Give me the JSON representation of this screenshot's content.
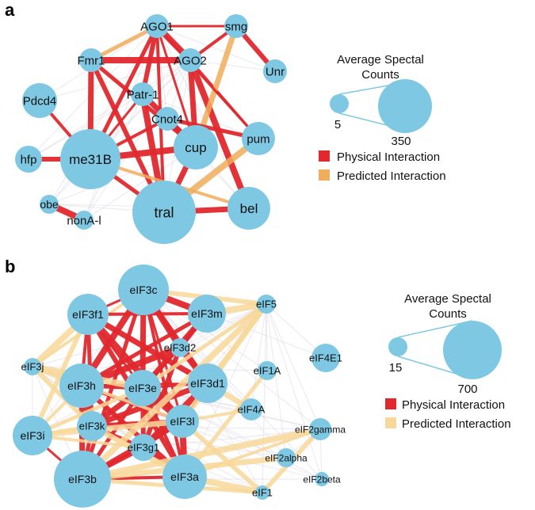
{
  "colors": {
    "node": "#7ec8e3",
    "physical_a": "#e0282d",
    "predicted_a": "#f0ad5c",
    "physical_b": "#e0282d",
    "predicted_b": "#f8d89a",
    "background_edge": "#d8d2e2"
  },
  "panel_a": {
    "letter": "a",
    "legend": {
      "title_line1": "Average Spectal",
      "title_line2": "Counts",
      "small_value": "5",
      "large_value": "350",
      "physical_label": "Physical Interaction",
      "predicted_label": "Predicted Interaction"
    },
    "nodes": [
      {
        "id": "AGO1",
        "label": "AGO1"
      },
      {
        "id": "smg",
        "label": "smg"
      },
      {
        "id": "Fmr1",
        "label": "Fmr1"
      },
      {
        "id": "AGO2",
        "label": "AGO2"
      },
      {
        "id": "Unr",
        "label": "Unr"
      },
      {
        "id": "Pdcd4",
        "label": "Pdcd4"
      },
      {
        "id": "Patr-1",
        "label": "Patr-1"
      },
      {
        "id": "Cnot4",
        "label": "Cnot4"
      },
      {
        "id": "pum",
        "label": "pum"
      },
      {
        "id": "cup",
        "label": "cup"
      },
      {
        "id": "hfp",
        "label": "hfp"
      },
      {
        "id": "me31B",
        "label": "me31B"
      },
      {
        "id": "obe",
        "label": "obe"
      },
      {
        "id": "nonA-l",
        "label": "nonA-l"
      },
      {
        "id": "tral",
        "label": "tral"
      },
      {
        "id": "bel",
        "label": "bel"
      }
    ],
    "edges": [
      {
        "s": "AGO1",
        "t": "smg",
        "type": "physical"
      },
      {
        "s": "AGO1",
        "t": "AGO2",
        "type": "physical"
      },
      {
        "s": "AGO1",
        "t": "Fmr1",
        "type": "predicted"
      },
      {
        "s": "AGO1",
        "t": "Patr-1",
        "type": "physical"
      },
      {
        "s": "AGO1",
        "t": "me31B",
        "type": "physical"
      },
      {
        "s": "AGO1",
        "t": "tral",
        "type": "physical"
      },
      {
        "s": "AGO1",
        "t": "cup",
        "type": "physical"
      },
      {
        "s": "Fmr1",
        "t": "AGO2",
        "type": "physical"
      },
      {
        "s": "Fmr1",
        "t": "me31B",
        "type": "physical"
      },
      {
        "s": "Fmr1",
        "t": "tral",
        "type": "physical"
      },
      {
        "s": "Fmr1",
        "t": "cup",
        "type": "physical"
      },
      {
        "s": "AGO2",
        "t": "smg",
        "type": "physical"
      },
      {
        "s": "AGO2",
        "t": "pum",
        "type": "physical"
      },
      {
        "s": "AGO2",
        "t": "bel",
        "type": "physical"
      },
      {
        "s": "AGO2",
        "t": "cup",
        "type": "physical"
      },
      {
        "s": "smg",
        "t": "Unr",
        "type": "physical"
      },
      {
        "s": "smg",
        "t": "cup",
        "type": "predicted"
      },
      {
        "s": "Pdcd4",
        "t": "me31B",
        "type": "physical"
      },
      {
        "s": "Patr-1",
        "t": "me31B",
        "type": "physical"
      },
      {
        "s": "Patr-1",
        "t": "tral",
        "type": "physical"
      },
      {
        "s": "Patr-1",
        "t": "cup",
        "type": "physical"
      },
      {
        "s": "Cnot4",
        "t": "cup",
        "type": "physical"
      },
      {
        "s": "Cnot4",
        "t": "pum",
        "type": "physical"
      },
      {
        "s": "pum",
        "t": "tral",
        "type": "predicted"
      },
      {
        "s": "pum",
        "t": "AGO1",
        "type": "physical"
      },
      {
        "s": "cup",
        "t": "me31B",
        "type": "physical"
      },
      {
        "s": "cup",
        "t": "tral",
        "type": "physical"
      },
      {
        "s": "me31B",
        "t": "hfp",
        "type": "physical"
      },
      {
        "s": "me31B",
        "t": "tral",
        "type": "physical"
      },
      {
        "s": "me31B",
        "t": "Cnot4",
        "type": "physical"
      },
      {
        "s": "me31B",
        "t": "bel",
        "type": "predicted"
      },
      {
        "s": "obe",
        "t": "nonA-l",
        "type": "physical"
      },
      {
        "s": "tral",
        "t": "bel",
        "type": "physical"
      }
    ]
  },
  "panel_b": {
    "letter": "b",
    "legend": {
      "title_line1": "Average Spectal",
      "title_line2": "Counts",
      "small_value": "15",
      "large_value": "700",
      "physical_label": "Physical Interaction",
      "predicted_label": "Predicted Interaction"
    },
    "nodes": [
      {
        "id": "eIF3c",
        "label": "eIF3c"
      },
      {
        "id": "eIF3f1",
        "label": "eIF3f1"
      },
      {
        "id": "eIF3m",
        "label": "eIF3m"
      },
      {
        "id": "eIF5",
        "label": "eIF5"
      },
      {
        "id": "eIF3d2",
        "label": "eIF3d2"
      },
      {
        "id": "eIF4E1",
        "label": "eIF4E1"
      },
      {
        "id": "eIF3j",
        "label": "eIF3j"
      },
      {
        "id": "eIF1A",
        "label": "eIF1A"
      },
      {
        "id": "eIF3h",
        "label": "eIF3h"
      },
      {
        "id": "eIF3e",
        "label": "eIF3e"
      },
      {
        "id": "eIF3d1",
        "label": "eIF3d1"
      },
      {
        "id": "eIF4A",
        "label": "eIF4A"
      },
      {
        "id": "eIF3k",
        "label": "eIF3k"
      },
      {
        "id": "eIF3l",
        "label": "eIF3l"
      },
      {
        "id": "eIF3i",
        "label": "eIF3i"
      },
      {
        "id": "eIF2gamma",
        "label": "eIF2gamma"
      },
      {
        "id": "eIF3g1",
        "label": "eIF3g1"
      },
      {
        "id": "eIF2alpha",
        "label": "eIF2alpha"
      },
      {
        "id": "eIF3b",
        "label": "eIF3b"
      },
      {
        "id": "eIF3a",
        "label": "eIF3a"
      },
      {
        "id": "eIF2beta",
        "label": "eIF2beta"
      },
      {
        "id": "eIF1",
        "label": "eIF1"
      }
    ],
    "edges": [
      {
        "s": "eIF3c",
        "t": "eIF3f1",
        "type": "physical"
      },
      {
        "s": "eIF3c",
        "t": "eIF3m",
        "type": "physical"
      },
      {
        "s": "eIF3c",
        "t": "eIF3e",
        "type": "physical"
      },
      {
        "s": "eIF3c",
        "t": "eIF3d1",
        "type": "physical"
      },
      {
        "s": "eIF3c",
        "t": "eIF3b",
        "type": "physical"
      },
      {
        "s": "eIF3c",
        "t": "eIF3a",
        "type": "physical"
      },
      {
        "s": "eIF3c",
        "t": "eIF3l",
        "type": "physical"
      },
      {
        "s": "eIF3c",
        "t": "eIF3h",
        "type": "physical"
      },
      {
        "s": "eIF3c",
        "t": "eIF3d2",
        "type": "physical"
      },
      {
        "s": "eIF3c",
        "t": "eIF5",
        "type": "predicted"
      },
      {
        "s": "eIF3c",
        "t": "eIF3j",
        "type": "predicted"
      },
      {
        "s": "eIF3f1",
        "t": "eIF3h",
        "type": "physical"
      },
      {
        "s": "eIF3f1",
        "t": "eIF3e",
        "type": "physical"
      },
      {
        "s": "eIF3f1",
        "t": "eIF3l",
        "type": "physical"
      },
      {
        "s": "eIF3f1",
        "t": "eIF3d1",
        "type": "physical"
      },
      {
        "s": "eIF3f1",
        "t": "eIF3a",
        "type": "physical"
      },
      {
        "s": "eIF3f1",
        "t": "eIF3k",
        "type": "physical"
      },
      {
        "s": "eIF3f1",
        "t": "eIF3m",
        "type": "physical"
      },
      {
        "s": "eIF3f1",
        "t": "eIF3j",
        "type": "predicted"
      },
      {
        "s": "eIF3f1",
        "t": "eIF3i",
        "type": "predicted"
      },
      {
        "s": "eIF3m",
        "t": "eIF3e",
        "type": "physical"
      },
      {
        "s": "eIF3m",
        "t": "eIF3d2",
        "type": "physical"
      },
      {
        "s": "eIF3m",
        "t": "eIF3h",
        "type": "physical"
      },
      {
        "s": "eIF3m",
        "t": "eIF5",
        "type": "predicted"
      },
      {
        "s": "eIF3d2",
        "t": "eIF3e",
        "type": "physical"
      },
      {
        "s": "eIF3d2",
        "t": "eIF3h",
        "type": "physical"
      },
      {
        "s": "eIF3d2",
        "t": "eIF3d1",
        "type": "physical"
      },
      {
        "s": "eIF3d2",
        "t": "eIF3g1",
        "type": "physical"
      },
      {
        "s": "eIF3h",
        "t": "eIF3e",
        "type": "physical"
      },
      {
        "s": "eIF3h",
        "t": "eIF3l",
        "type": "physical"
      },
      {
        "s": "eIF3h",
        "t": "eIF3d1",
        "type": "physical"
      },
      {
        "s": "eIF3h",
        "t": "eIF3k",
        "type": "physical"
      },
      {
        "s": "eIF3h",
        "t": "eIF3b",
        "type": "physical"
      },
      {
        "s": "eIF3h",
        "t": "eIF3a",
        "type": "physical"
      },
      {
        "s": "eIF3h",
        "t": "eIF3j",
        "type": "predicted"
      },
      {
        "s": "eIF3h",
        "t": "eIF3i",
        "type": "predicted"
      },
      {
        "s": "eIF3e",
        "t": "eIF3d1",
        "type": "physical"
      },
      {
        "s": "eIF3e",
        "t": "eIF3l",
        "type": "physical"
      },
      {
        "s": "eIF3e",
        "t": "eIF3k",
        "type": "physical"
      },
      {
        "s": "eIF3e",
        "t": "eIF3g1",
        "type": "physical"
      },
      {
        "s": "eIF3e",
        "t": "eIF3b",
        "type": "physical"
      },
      {
        "s": "eIF3e",
        "t": "eIF3a",
        "type": "physical"
      },
      {
        "s": "eIF3d1",
        "t": "eIF3l",
        "type": "physical"
      },
      {
        "s": "eIF3d1",
        "t": "eIF3g1",
        "type": "physical"
      },
      {
        "s": "eIF3d1",
        "t": "eIF3k",
        "type": "physical"
      },
      {
        "s": "eIF3k",
        "t": "eIF3l",
        "type": "physical"
      },
      {
        "s": "eIF3k",
        "t": "eIF3b",
        "type": "physical"
      },
      {
        "s": "eIF3k",
        "t": "eIF3g1",
        "type": "physical"
      },
      {
        "s": "eIF3l",
        "t": "eIF3g1",
        "type": "physical"
      },
      {
        "s": "eIF3l",
        "t": "eIF3a",
        "type": "physical"
      },
      {
        "s": "eIF3l",
        "t": "eIF3b",
        "type": "physical"
      },
      {
        "s": "eIF3g1",
        "t": "eIF3b",
        "type": "physical"
      },
      {
        "s": "eIF3g1",
        "t": "eIF3a",
        "type": "physical"
      },
      {
        "s": "eIF3b",
        "t": "eIF3a",
        "type": "physical"
      },
      {
        "s": "eIF3b",
        "t": "eIF3i",
        "type": "physical"
      },
      {
        "s": "eIF3i",
        "t": "eIF3k",
        "type": "predicted"
      },
      {
        "s": "eIF3i",
        "t": "eIF3l",
        "type": "predicted"
      },
      {
        "s": "eIF3i",
        "t": "eIF3e",
        "type": "predicted"
      },
      {
        "s": "eIF3j",
        "t": "eIF3e",
        "type": "predicted"
      },
      {
        "s": "eIF3j",
        "t": "eIF3k",
        "type": "predicted"
      },
      {
        "s": "eIF3j",
        "t": "eIF3l",
        "type": "predicted"
      },
      {
        "s": "eIF5",
        "t": "eIF3l",
        "type": "predicted"
      },
      {
        "s": "eIF5",
        "t": "eIF3e",
        "type": "predicted"
      },
      {
        "s": "eIF5",
        "t": "eIF3b",
        "type": "predicted"
      },
      {
        "s": "eIF5",
        "t": "eIF3d1",
        "type": "predicted"
      },
      {
        "s": "eIF4A",
        "t": "eIF3l",
        "type": "predicted"
      },
      {
        "s": "eIF4A",
        "t": "eIF3d1",
        "type": "predicted"
      },
      {
        "s": "eIF1A",
        "t": "eIF3a",
        "type": "predicted"
      },
      {
        "s": "eIF2gamma",
        "t": "eIF3b",
        "type": "predicted"
      },
      {
        "s": "eIF2gamma",
        "t": "eIF1",
        "type": "predicted"
      },
      {
        "s": "eIF2gamma",
        "t": "eIF3a",
        "type": "predicted"
      },
      {
        "s": "eIF2alpha",
        "t": "eIF3b",
        "type": "predicted"
      },
      {
        "s": "eIF1",
        "t": "eIF3b",
        "type": "predicted"
      },
      {
        "s": "eIF1",
        "t": "eIF3a",
        "type": "predicted"
      },
      {
        "s": "eIF1",
        "t": "eIF3l",
        "type": "predicted"
      },
      {
        "s": "eIF3g1",
        "t": "eIF3i",
        "type": "predicted"
      },
      {
        "s": "eIF3k",
        "t": "eIF3a",
        "type": "predicted"
      }
    ]
  }
}
